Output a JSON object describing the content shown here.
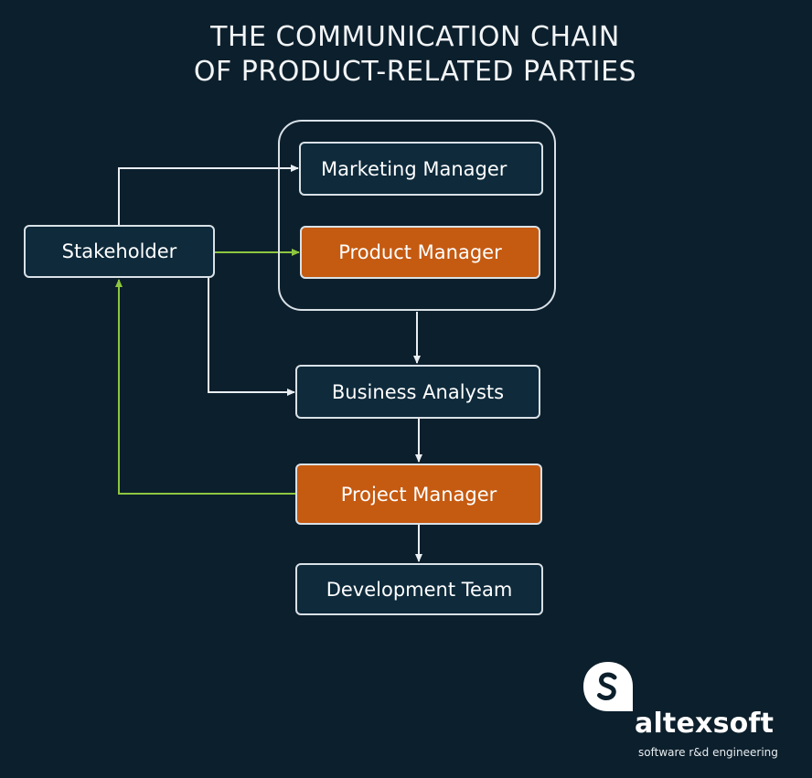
{
  "title": {
    "line1": "THE COMMUNICATION CHAIN",
    "line2": "OF PRODUCT-RELATED PARTIES"
  },
  "nodes": {
    "stakeholder": "Stakeholder",
    "marketing_manager": "Marketing Manager",
    "product_manager": "Product Manager",
    "business_analysts": "Business Analysts",
    "project_manager": "Project Manager",
    "development_team": "Development Team"
  },
  "edges": [
    {
      "from": "stakeholder",
      "to": "marketing_manager",
      "color": "white"
    },
    {
      "from": "stakeholder",
      "to": "product_manager",
      "color": "green"
    },
    {
      "from": "stakeholder",
      "to": "business_analysts",
      "color": "white"
    },
    {
      "from": "product_group",
      "to": "business_analysts",
      "color": "white"
    },
    {
      "from": "business_analysts",
      "to": "project_manager",
      "color": "white"
    },
    {
      "from": "project_manager",
      "to": "development_team",
      "color": "white"
    },
    {
      "from": "project_manager",
      "to": "stakeholder",
      "color": "green"
    }
  ],
  "logo": {
    "name": "altexsoft",
    "tagline": "software r&d engineering"
  },
  "colors": {
    "background": "#0c1f2c",
    "node_fill": "#0e2a3b",
    "highlight_fill": "#c55a11",
    "border": "#d9e1e7",
    "green_arrow": "#8dc63f",
    "white_arrow": "#e9eef2"
  }
}
